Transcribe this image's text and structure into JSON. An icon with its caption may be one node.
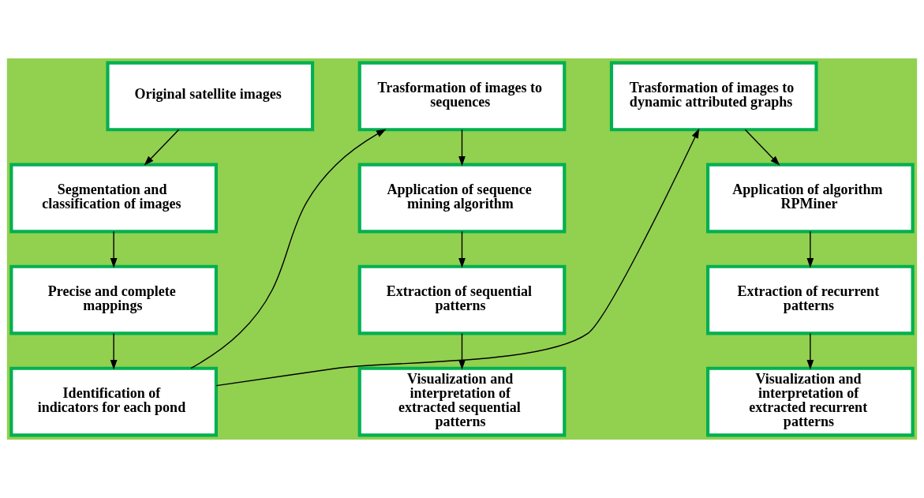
{
  "diagram": {
    "nodes": [
      {
        "text": [
          "Original satellite images"
        ]
      },
      {
        "text": [
          "Segmentation and classification of images"
        ]
      },
      {
        "text": [
          "Precise and complete mappings"
        ]
      },
      {
        "text": [
          "Identification of indicators for each pond"
        ]
      },
      {
        "text": [
          "Trasformation of images to sequences"
        ]
      },
      {
        "text": [
          "Application of sequence mining algorithm"
        ]
      },
      {
        "text": [
          "Extraction of sequential patterns"
        ]
      },
      {
        "text": [
          "Visualization and interpretation of extracted sequential patterns"
        ]
      },
      {
        "text": [
          "Trasformation of images to dynamic attributed graphs"
        ]
      },
      {
        "text": [
          "Application of algorithm RPMiner"
        ]
      },
      {
        "text": [
          "Extraction of recurrent patterns"
        ]
      },
      {
        "text": [
          "Visualization and interpretation of extracted recurrent patterns"
        ]
      }
    ],
    "edges": [
      {
        "from": 0,
        "to": 1,
        "arrow": "to"
      },
      {
        "from": 1,
        "to": 2,
        "arrow": "to"
      },
      {
        "from": 2,
        "to": 3,
        "arrow": "to"
      },
      {
        "from": 3,
        "to": 4,
        "arrow": "to"
      },
      {
        "from": 3,
        "to": 8,
        "arrow": "to"
      },
      {
        "from": 4,
        "to": 5,
        "arrow": "to"
      },
      {
        "from": 5,
        "to": 6,
        "arrow": "to"
      },
      {
        "from": 6,
        "to": 7,
        "arrow": "to"
      },
      {
        "from": 8,
        "to": 9,
        "arrow": "to"
      },
      {
        "from": 9,
        "to": 10,
        "arrow": "to"
      },
      {
        "from": 10,
        "to": 11,
        "arrow": "to"
      }
    ]
  }
}
